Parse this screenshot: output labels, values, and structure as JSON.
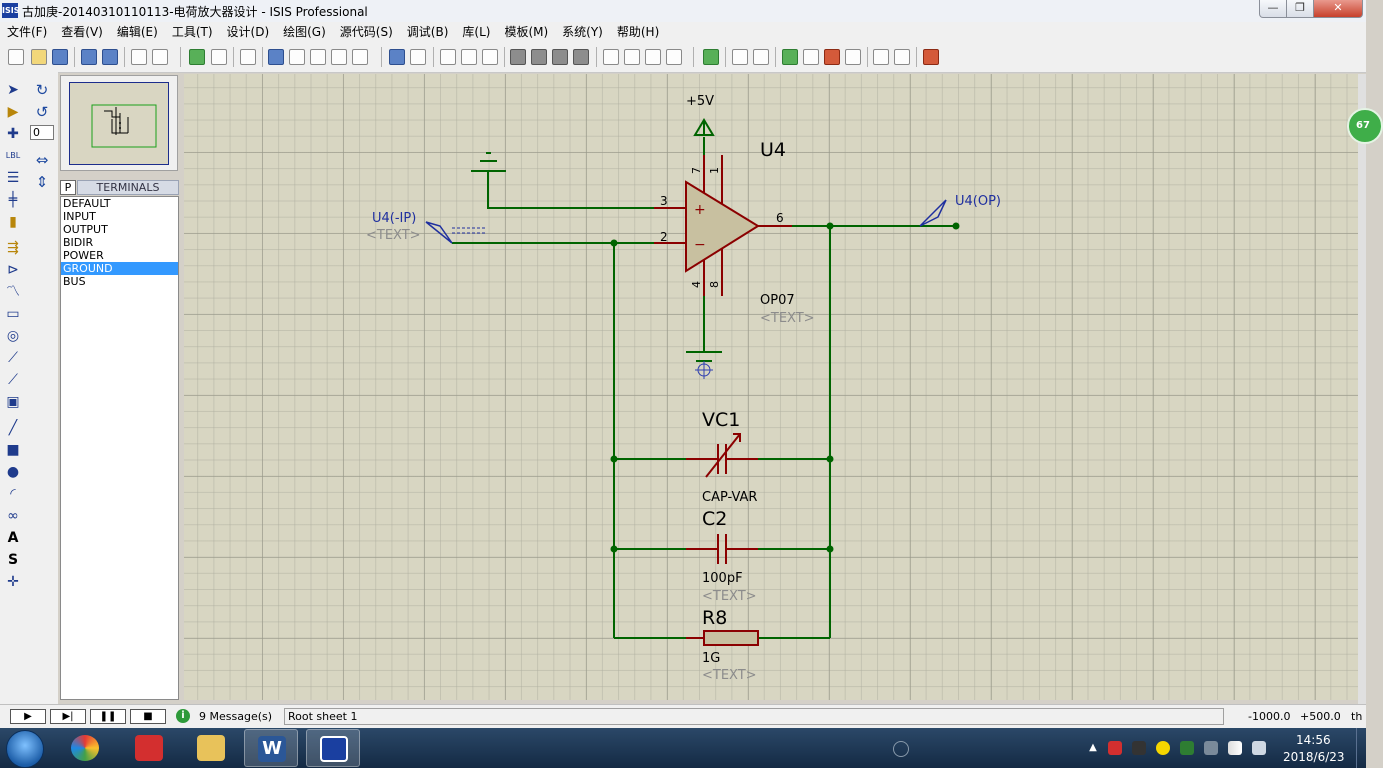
{
  "window": {
    "title": "古加庚-20140310110113-电荷放大器设计 - ISIS Professional",
    "app_icon_text": "ISIS",
    "controls": {
      "minimize": "—",
      "maximize": "❐",
      "close": "✕"
    }
  },
  "menu": [
    "文件(F)",
    "查看(V)",
    "编辑(E)",
    "工具(T)",
    "设计(D)",
    "绘图(G)",
    "源代码(S)",
    "调试(B)",
    "库(L)",
    "模板(M)",
    "系统(Y)",
    "帮助(H)"
  ],
  "rotation": {
    "angle_value": "0"
  },
  "terminals_panel": {
    "p_button": "P",
    "title": "TERMINALS",
    "items": [
      "DEFAULT",
      "INPUT",
      "OUTPUT",
      "BIDIR",
      "POWER",
      "GROUND",
      "BUS"
    ],
    "selected": "GROUND"
  },
  "schematic": {
    "opamp": {
      "ref": "U4",
      "part": "OP07",
      "text": "<TEXT>",
      "pins": [
        "3",
        "2",
        "6",
        "7",
        "1",
        "4",
        "8"
      ],
      "plus": "+",
      "minus": "−"
    },
    "power_label": "+5V",
    "input_terminal": {
      "label": "U4(-IP)",
      "text": "<TEXT>"
    },
    "output_terminal": {
      "label": "U4(OP)"
    },
    "vc1": {
      "ref": "VC1",
      "value": "CAP-VAR"
    },
    "c2": {
      "ref": "C2",
      "value": "100pF",
      "text": "<TEXT>"
    },
    "r8": {
      "ref": "R8",
      "value": "1G",
      "text": "<TEXT>"
    },
    "colors": {
      "wire": "#006400",
      "component": "#8b0000",
      "body": "#c8c0a0",
      "label": "#000000",
      "terminal": "#1f2f9f",
      "hidden_text": "#8c8c8c"
    }
  },
  "side_badge": "67",
  "status": {
    "message": "9 Message(s)",
    "sheet": "Root sheet 1",
    "coord_x": "-1000.0",
    "coord_y": "+500.0",
    "unit": "th"
  },
  "taskbar": {
    "time": "14:56",
    "date": "2018/6/23",
    "apps": [
      "start",
      "app-colorful",
      "app-red",
      "file-explorer",
      "word",
      "isis"
    ]
  }
}
